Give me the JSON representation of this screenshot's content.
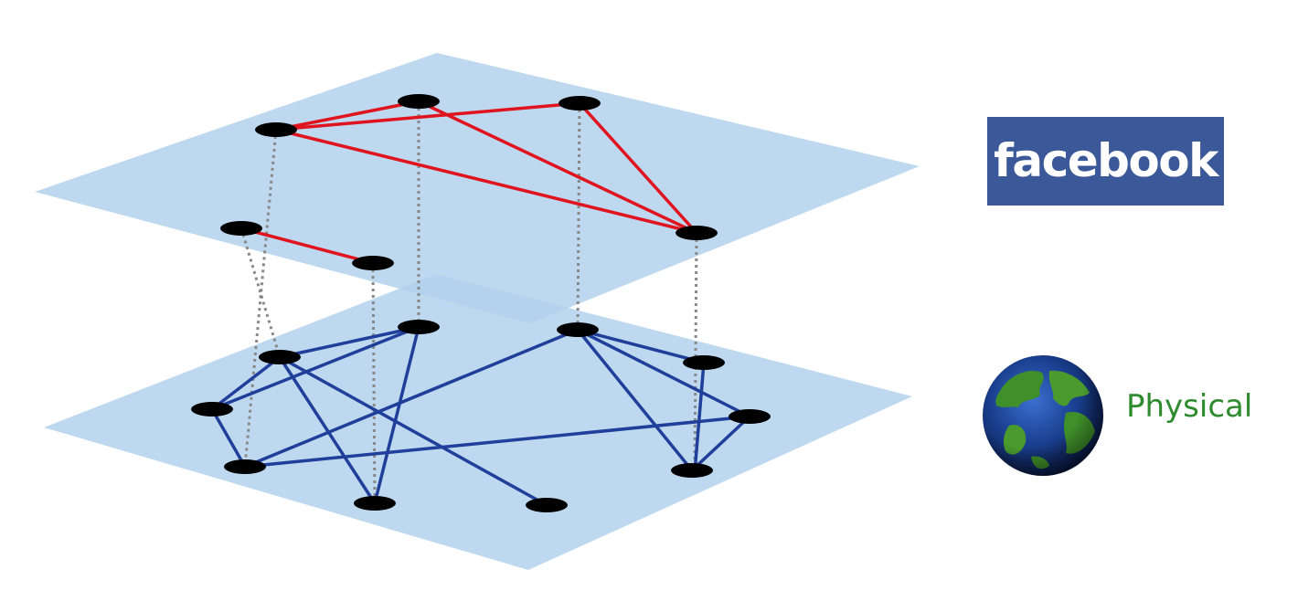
{
  "layers": {
    "online": {
      "brand_label": "facebook",
      "brand_color": "#3b5998",
      "edge_color": "#e0141e",
      "nodes": [
        {
          "id": "u1"
        },
        {
          "id": "u2"
        },
        {
          "id": "u3"
        },
        {
          "id": "u4"
        },
        {
          "id": "u5"
        },
        {
          "id": "u6"
        }
      ],
      "edges": [
        [
          "u1",
          "u2"
        ],
        [
          "u2",
          "u3"
        ],
        [
          "u2",
          "u4"
        ],
        [
          "u3",
          "u4"
        ],
        [
          "u1",
          "u4"
        ],
        [
          "u5",
          "u6"
        ]
      ]
    },
    "physical": {
      "label": "Physical",
      "label_color": "#2e8b2e",
      "icon": "globe-icon",
      "edge_color": "#1f3f9a",
      "nodes": [
        {
          "id": "p1"
        },
        {
          "id": "p2"
        },
        {
          "id": "p3"
        },
        {
          "id": "p4"
        },
        {
          "id": "p5"
        },
        {
          "id": "p6"
        },
        {
          "id": "p7"
        },
        {
          "id": "p8"
        },
        {
          "id": "p9"
        },
        {
          "id": "p10"
        },
        {
          "id": "p11"
        }
      ],
      "edges": [
        [
          "p1",
          "p2"
        ],
        [
          "p1",
          "p3"
        ],
        [
          "p1",
          "p5"
        ],
        [
          "p2",
          "p3"
        ],
        [
          "p2",
          "p4"
        ],
        [
          "p3",
          "p5"
        ],
        [
          "p3",
          "p6"
        ],
        [
          "p4",
          "p7"
        ],
        [
          "p7",
          "p8"
        ],
        [
          "p7",
          "p9"
        ],
        [
          "p7",
          "p10"
        ],
        [
          "p8",
          "p10"
        ],
        [
          "p9",
          "p11"
        ],
        [
          "p10",
          "p11"
        ],
        [
          "p4",
          "p8"
        ]
      ]
    },
    "plane_color": "#b3d1ec",
    "interlayer_links_color": "#888888",
    "interlayer_links": [
      [
        "u1",
        "p1"
      ],
      [
        "u2",
        "p4"
      ],
      [
        "u3",
        "p7"
      ],
      [
        "u4",
        "p11"
      ],
      [
        "u5",
        "p3"
      ],
      [
        "u6",
        "p5"
      ]
    ]
  }
}
